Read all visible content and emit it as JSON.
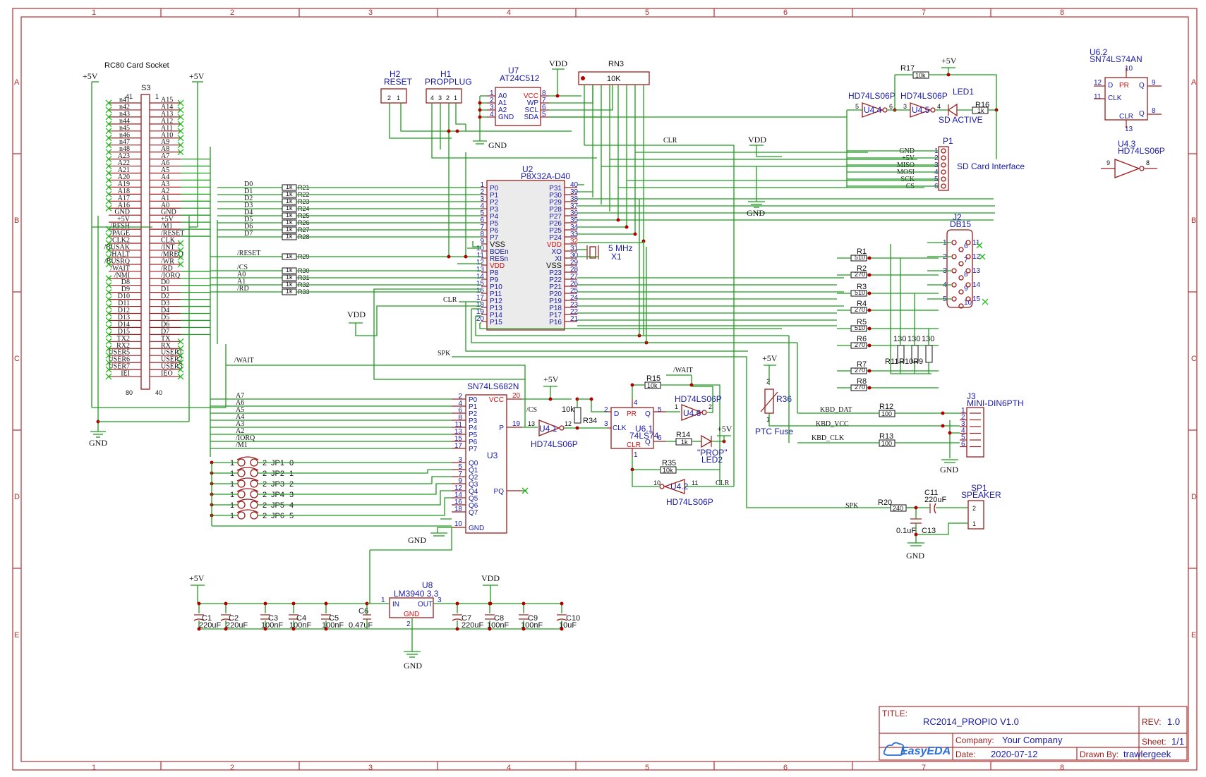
{
  "title_block": {
    "title_label": "TITLE:",
    "title": "RC2014_PROPIO V1.0",
    "rev_label": "REV:",
    "rev": "1.0",
    "company_label": "Company:",
    "company": "Your Company",
    "sheet_label": "Sheet:",
    "sheet": "1/1",
    "date_label": "Date:",
    "date": "2020-07-12",
    "drawn_label": "Drawn By:",
    "drawn_by": "trawlergeek",
    "logo": "EasyEDA"
  },
  "grid": {
    "columns": [
      "1",
      "2",
      "3",
      "4",
      "5",
      "6",
      "7",
      "8"
    ],
    "rows": [
      "A",
      "B",
      "C",
      "D",
      "E"
    ]
  },
  "socket": {
    "title": "RC80 Card Socket",
    "ref": "S3",
    "pin_41": "41",
    "pin_1": "1",
    "pin_80": "80",
    "pin_40": "40",
    "left_pins": [
      "n41",
      "n42",
      "n43",
      "n44",
      "n45",
      "n46",
      "n47",
      "n48",
      "A23",
      "A22",
      "A21",
      "A20",
      "A19",
      "A18",
      "A17",
      "A16",
      "GND",
      "+5V",
      "/RFSH",
      "/PAGE",
      "/CLK2",
      "/BUSAK",
      "/HALT",
      "/BUSRQ",
      "/WAIT",
      "/NMI",
      "D8",
      "D9",
      "D10",
      "D11",
      "D12",
      "D13",
      "D14",
      "D15",
      "TX2",
      "RX2",
      "USER5",
      "USER6",
      "USER7",
      "IEI"
    ],
    "right_pins": [
      "A15",
      "A14",
      "A13",
      "A12",
      "A11",
      "A10",
      "A9",
      "A8",
      "A7",
      "A6",
      "A5",
      "A4",
      "A3",
      "A2",
      "A1",
      "A0",
      "GND",
      "+5V",
      "/M1",
      "/RESET",
      "CLK",
      "/INT",
      "/MREQ",
      "/WR",
      "/RD",
      "/IORQ",
      "D0",
      "D1",
      "D2",
      "D3",
      "D4",
      "D5",
      "D6",
      "D7",
      "TX",
      "RX",
      "USER1",
      "USER2",
      "USER3",
      "IEO"
    ]
  },
  "power": {
    "p5v": "+5V",
    "gnd": "GND",
    "vdd": "VDD"
  },
  "headers": {
    "h2_ref": "H2",
    "h2_name": "RESET",
    "h1_ref": "H1",
    "h1_name": "PROPPLUG",
    "h2_pins": [
      "2",
      "1"
    ],
    "h1_pins": [
      "4",
      "3",
      "2",
      "1"
    ]
  },
  "u7": {
    "ref": "U7",
    "part": "AT24C512",
    "pins_left": [
      {
        "n": "1",
        "name": "A0"
      },
      {
        "n": "2",
        "name": "A1"
      },
      {
        "n": "3",
        "name": "A2"
      },
      {
        "n": "4",
        "name": "GND"
      }
    ],
    "pins_right": [
      {
        "n": "8",
        "name": "VCC"
      },
      {
        "n": "7",
        "name": "WP"
      },
      {
        "n": "6",
        "name": "SCL"
      },
      {
        "n": "5",
        "name": "SDA"
      }
    ]
  },
  "rn3": {
    "ref": "RN3",
    "value": "10K"
  },
  "u2": {
    "ref": "U2",
    "part": "P8X32A-D40",
    "left": [
      {
        "n": "1",
        "name": "P0"
      },
      {
        "n": "2",
        "name": "P1"
      },
      {
        "n": "3",
        "name": "P2"
      },
      {
        "n": "4",
        "name": "P3"
      },
      {
        "n": "5",
        "name": "P4"
      },
      {
        "n": "6",
        "name": "P5"
      },
      {
        "n": "7",
        "name": "P6"
      },
      {
        "n": "8",
        "name": "P7"
      },
      {
        "n": "9",
        "name": "VSS"
      },
      {
        "n": "10",
        "name": "BOEn"
      },
      {
        "n": "11",
        "name": "RESn"
      },
      {
        "n": "12",
        "name": "VDD"
      },
      {
        "n": "13",
        "name": "P8"
      },
      {
        "n": "14",
        "name": "P9"
      },
      {
        "n": "15",
        "name": "P10"
      },
      {
        "n": "16",
        "name": "P11"
      },
      {
        "n": "17",
        "name": "P12"
      },
      {
        "n": "18",
        "name": "P13"
      },
      {
        "n": "19",
        "name": "P14"
      },
      {
        "n": "20",
        "name": "P15"
      }
    ],
    "right": [
      {
        "n": "40",
        "name": "P31"
      },
      {
        "n": "39",
        "name": "P30"
      },
      {
        "n": "38",
        "name": "P29"
      },
      {
        "n": "37",
        "name": "P28"
      },
      {
        "n": "36",
        "name": "P27"
      },
      {
        "n": "35",
        "name": "P26"
      },
      {
        "n": "34",
        "name": "P25"
      },
      {
        "n": "33",
        "name": "P24"
      },
      {
        "n": "32",
        "name": "VDD"
      },
      {
        "n": "31",
        "name": "XO"
      },
      {
        "n": "30",
        "name": "XI"
      },
      {
        "n": "29",
        "name": "VSS"
      },
      {
        "n": "28",
        "name": "P23"
      },
      {
        "n": "27",
        "name": "P22"
      },
      {
        "n": "26",
        "name": "P21"
      },
      {
        "n": "25",
        "name": "P20"
      },
      {
        "n": "24",
        "name": "P19"
      },
      {
        "n": "23",
        "name": "P18"
      },
      {
        "n": "22",
        "name": "P17"
      },
      {
        "n": "21",
        "name": "P16"
      }
    ]
  },
  "crystal": {
    "ref": "X1",
    "value": "5 MHz"
  },
  "data_res": [
    {
      "net": "D0",
      "ref": "R21"
    },
    {
      "net": "D1",
      "ref": "R22"
    },
    {
      "net": "D2",
      "ref": "R23"
    },
    {
      "net": "D3",
      "ref": "R24"
    },
    {
      "net": "D4",
      "ref": "R25"
    },
    {
      "net": "D5",
      "ref": "R26"
    },
    {
      "net": "D6",
      "ref": "R27"
    },
    {
      "net": "D7",
      "ref": "R28"
    }
  ],
  "ctrl_res": [
    {
      "net": "/RESET",
      "ref": "R29"
    },
    {
      "net": "/CS",
      "ref": "R30"
    },
    {
      "net": "A0",
      "ref": "R31"
    },
    {
      "net": "A1",
      "ref": "R32"
    },
    {
      "net": "/RD",
      "ref": "R33"
    }
  ],
  "res_value_1k": "1k",
  "nets": {
    "clr": "CLR",
    "spk": "SPK",
    "wait": "/WAIT",
    "cs": "/CS",
    "kbd_dat": "KBD_DAT",
    "kbd_vcc": "KBD_VCC",
    "kbd_clk": "KBD_CLK"
  },
  "u3": {
    "ref": "U3",
    "part": "SN74LS682N",
    "left": [
      {
        "n": "2",
        "name": "P0",
        "net": "A7"
      },
      {
        "n": "4",
        "name": "P1",
        "net": "A6"
      },
      {
        "n": "6",
        "name": "P2",
        "net": "A5"
      },
      {
        "n": "8",
        "name": "P3",
        "net": "A4"
      },
      {
        "n": "11",
        "name": "P4",
        "net": "A3"
      },
      {
        "n": "13",
        "name": "P5",
        "net": "A2"
      },
      {
        "n": "15",
        "name": "P6",
        "net": "/IORQ"
      },
      {
        "n": "17",
        "name": "P7",
        "net": "/M1"
      }
    ],
    "q": [
      {
        "n": "3",
        "name": "Q0"
      },
      {
        "n": "5",
        "name": "Q1"
      },
      {
        "n": "7",
        "name": "Q2"
      },
      {
        "n": "9",
        "name": "Q3"
      },
      {
        "n": "12",
        "name": "Q4"
      },
      {
        "n": "14",
        "name": "Q5"
      },
      {
        "n": "16",
        "name": "Q6"
      },
      {
        "n": "18",
        "name": "Q7"
      }
    ],
    "vcc_pin": "20",
    "vcc": "VCC",
    "p_pin": "19",
    "p": "P",
    "pq": "PQ",
    "gnd_pin": "10",
    "gnd": "GND"
  },
  "jumpers": [
    {
      "ref": "JP1",
      "val": "0"
    },
    {
      "ref": "JP2",
      "val": "1"
    },
    {
      "ref": "JP3",
      "val": "2"
    },
    {
      "ref": "JP4",
      "val": "3"
    },
    {
      "ref": "JP5",
      "val": "4"
    },
    {
      "ref": "JP6",
      "val": "5"
    }
  ],
  "jp_pin1": "1",
  "jp_pin2": "2",
  "u41": {
    "ref": "U4.1",
    "part": "HD74LS06P",
    "in": "13",
    "out": "12"
  },
  "r34": {
    "ref": "R34",
    "value": "10k"
  },
  "u61": {
    "ref": "U6.1",
    "part": "74LS74",
    "d": "D",
    "pr": "PR",
    "clk": "CLK",
    "clr": "CLR",
    "q": "Q",
    "p2": "2",
    "p3": "3",
    "p4": "4",
    "p5": "5",
    "p6": "6",
    "p1": "1"
  },
  "r15": {
    "ref": "R15",
    "value": "10k"
  },
  "u46": {
    "ref": "U4.6",
    "part": "HD74LS06P",
    "in": "1",
    "out": "2"
  },
  "r14": {
    "ref": "R14",
    "value": "1k"
  },
  "led2": {
    "ref": "LED2",
    "name": "\"PROP\""
  },
  "r35": {
    "ref": "R35",
    "value": "10k"
  },
  "u42": {
    "ref": "U4.2",
    "part": "HD74LS06P",
    "in": "10",
    "out": "11"
  },
  "u44": {
    "ref": "U4.4",
    "part": "HD74LS06P",
    "in": "5",
    "out": "6"
  },
  "u45": {
    "ref": "U4.5",
    "part": "HD74LS06P",
    "in": "3",
    "out": "4"
  },
  "r17": {
    "ref": "R17",
    "value": "10k"
  },
  "led1": {
    "ref": "LED1",
    "name": "SD ACTIVE"
  },
  "r16": {
    "ref": "R16",
    "value": "1k"
  },
  "p1": {
    "ref": "P1",
    "title": "SD Card Interface",
    "pins": [
      "GND",
      "+5V",
      "MISO",
      "MOSI",
      "SCK",
      "CS"
    ],
    "nums": [
      "1",
      "2",
      "3",
      "4",
      "5",
      "6"
    ]
  },
  "u62": {
    "ref": "U6.2",
    "part": "SN74LS74AN",
    "d": "D",
    "pr": "PR",
    "clk": "CLK",
    "clr": "CLR",
    "q": "Q",
    "p12": "12",
    "p10": "10",
    "p11": "11",
    "p13": "13",
    "p9": "9",
    "p8": "8"
  },
  "u43": {
    "ref": "U4.3",
    "part": "HD74LS06P",
    "in": "9",
    "out": "8"
  },
  "j2": {
    "ref": "J2",
    "part": "DB15",
    "left_nums": [
      "1",
      "2",
      "3",
      "4",
      "5"
    ],
    "mid_nums": [
      "6",
      "7",
      "8",
      "9",
      "10"
    ],
    "right_nums": [
      "11",
      "12",
      "13",
      "14",
      "15"
    ]
  },
  "vga_res": [
    {
      "ref": "R1",
      "value": "510"
    },
    {
      "ref": "R2",
      "value": "270"
    },
    {
      "ref": "R3",
      "value": "510"
    },
    {
      "ref": "R4",
      "value": "270"
    },
    {
      "ref": "R5",
      "value": "510"
    },
    {
      "ref": "R6",
      "value": "270"
    },
    {
      "ref": "R7",
      "value": "270"
    },
    {
      "ref": "R8",
      "value": "270"
    }
  ],
  "term_res": [
    {
      "ref": "R11",
      "value": "130"
    },
    {
      "ref": "R10",
      "value": "130"
    },
    {
      "ref": "R9",
      "value": "130"
    }
  ],
  "r36": {
    "ref": "R36",
    "name": "PTC Fuse",
    "p2": "2",
    "p1": "1"
  },
  "j3": {
    "ref": "J3",
    "part": "MINI-DIN6PTH",
    "nums": [
      "1",
      "2",
      "3",
      "4",
      "5",
      "6"
    ]
  },
  "r12": {
    "ref": "R12",
    "value": "100"
  },
  "r13": {
    "ref": "R13",
    "value": "100"
  },
  "r20": {
    "ref": "R20",
    "value": "240"
  },
  "c11": {
    "ref": "C11",
    "value": "220uF"
  },
  "c13": {
    "ref": "C13",
    "value": "0.1uF"
  },
  "sp1": {
    "ref": "SP1",
    "name": "SPEAKER",
    "p2": "2",
    "p1": "1"
  },
  "u8": {
    "ref": "U8",
    "part": "LM3940 3.3",
    "in": "IN",
    "out": "OUT",
    "gnd": "GND",
    "p1": "1",
    "p3": "3",
    "p2": "2"
  },
  "caps_left": [
    {
      "ref": "C1",
      "value": "220uF"
    },
    {
      "ref": "C2",
      "value": "220uF"
    },
    {
      "ref": "C3",
      "value": "100nF"
    },
    {
      "ref": "C4",
      "value": "100nF"
    },
    {
      "ref": "C5",
      "value": "100nF"
    }
  ],
  "c6": {
    "ref": "C6",
    "value": "0.47uF"
  },
  "caps_right": [
    {
      "ref": "C7",
      "value": "220uF"
    },
    {
      "ref": "C8",
      "value": "100nF"
    },
    {
      "ref": "C9",
      "value": "100nF"
    },
    {
      "ref": "C10",
      "value": "10uF"
    }
  ],
  "colors": {
    "frame": "#b03030",
    "wire": "#1f9a1f",
    "body": "#9b1c1c",
    "pin_text": "#1a1aaa",
    "junction": "#b00000"
  }
}
